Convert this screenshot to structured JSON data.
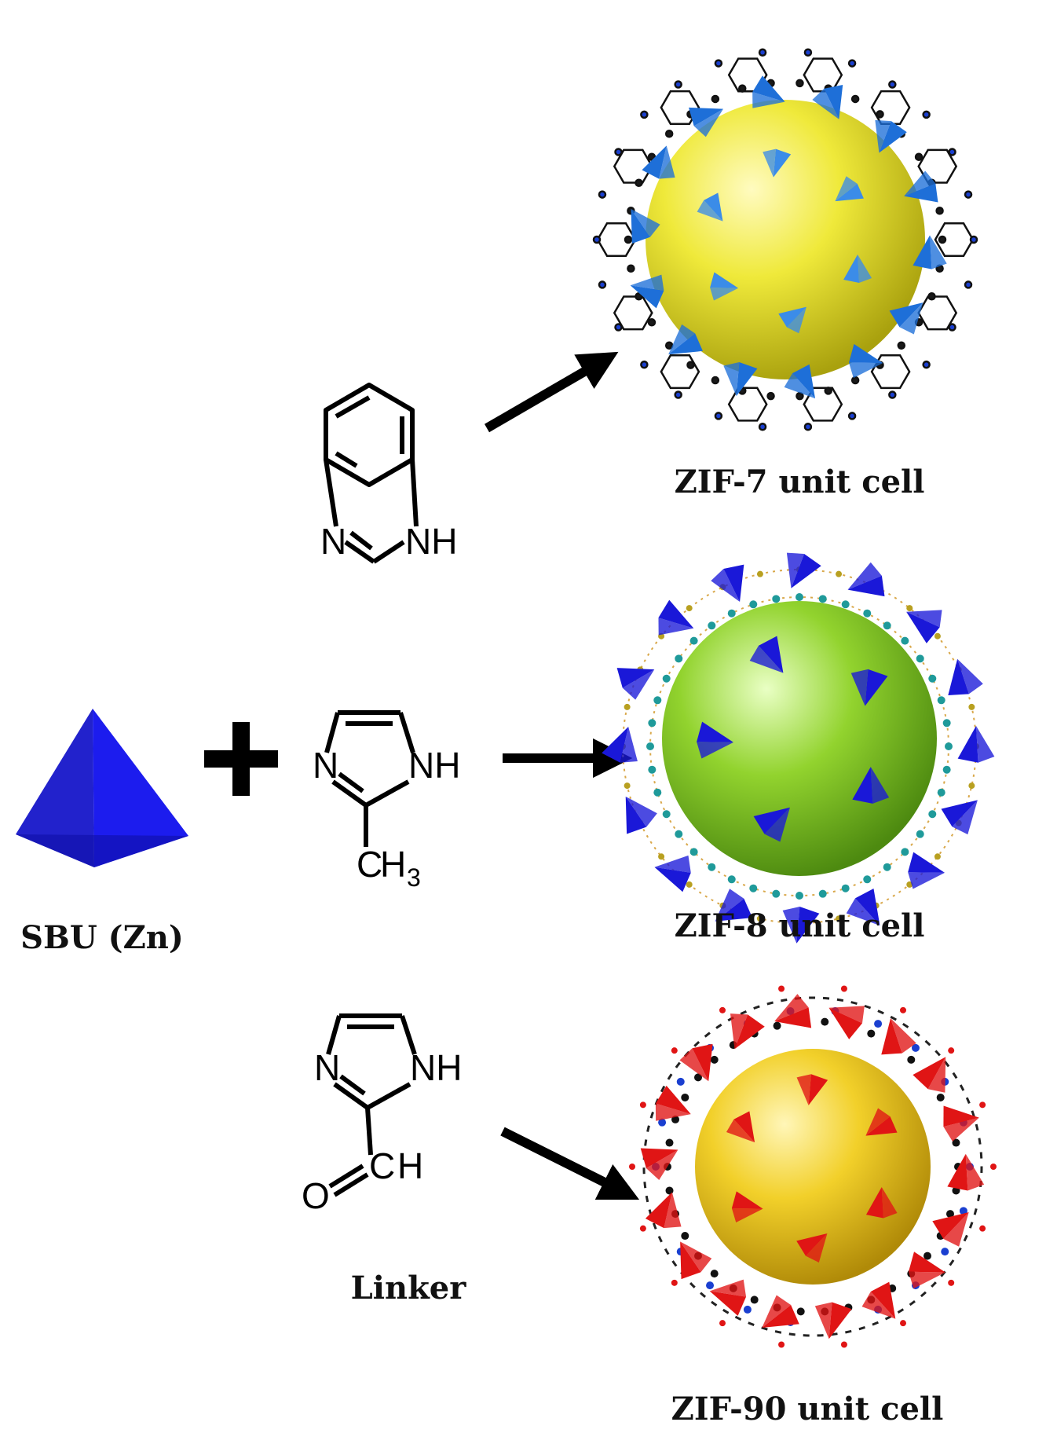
{
  "labels": {
    "sbu": "SBU (Zn)",
    "linker": "Linker",
    "zif7": "ZIF-7 unit cell",
    "zif8": "ZIF-8 unit cell",
    "zif90": "ZIF-90 unit cell"
  },
  "atoms": {
    "N": "N",
    "NH": "NH",
    "C": "C",
    "H": "H",
    "H3": "3",
    "O": "O"
  },
  "colors": {
    "sbu_blue": "#1f1fd6",
    "zif7_sphere": "#e8e41e",
    "zif7_tetra": "#1e6fd8",
    "zif8_sphere": "#8fd12a",
    "zif8_tetra": "#1a18d8",
    "zif90_sphere": "#f0cf1a",
    "zif90_tetra": "#e01515"
  }
}
